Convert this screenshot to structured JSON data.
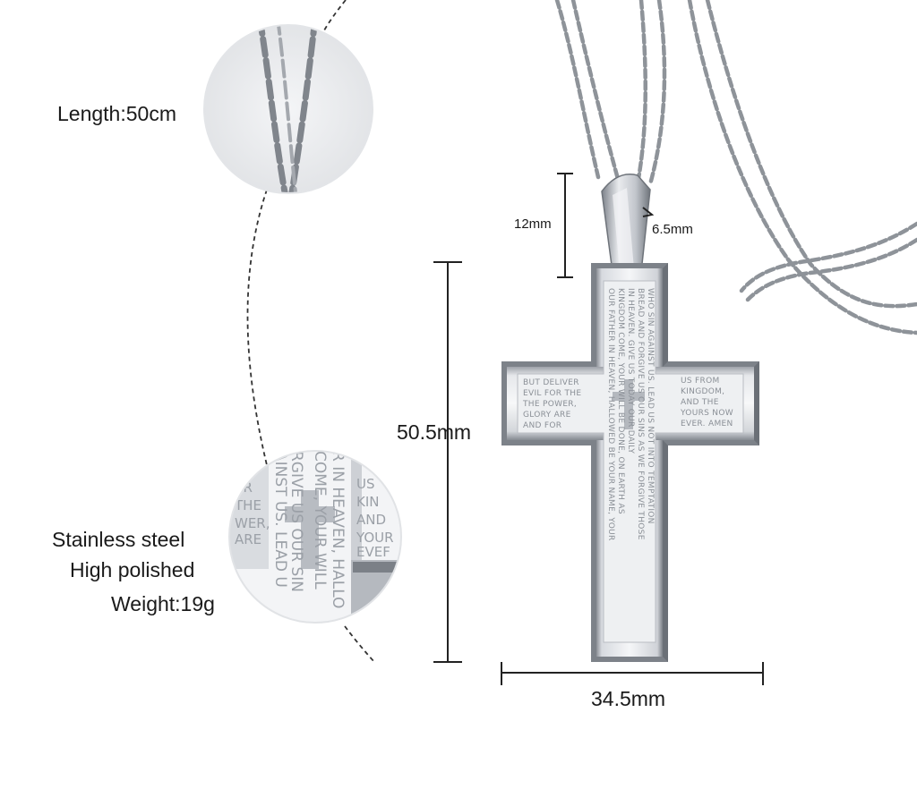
{
  "labels": {
    "length": "Length:50cm",
    "material": "Stainless steel",
    "finish": "High polished",
    "weight": "Weight:19g"
  },
  "dimensions": {
    "bail_height": "12mm",
    "bail_width": "6.5mm",
    "cross_height": "50.5mm",
    "cross_width": "34.5mm"
  },
  "engraving": {
    "vertical_line_1": "OUR FATHER IN HEAVEN, HALLOWED BE YOUR NAME, YOUR",
    "vertical_line_2": "KINGDOM COME, YOUR WILL BE DONE, ON EARTH AS",
    "vertical_line_3": "IN HEAVEN. GIVE US TODAY OUR DAILY",
    "vertical_line_4": "BREAD AND FORGIVE US OUR SINS AS WE FORGIVE THOSE",
    "vertical_line_5": "WHO SIN AGAINST US. LEAD US NOT INTO TEMPTATION",
    "left_arm": [
      "BUT DELIVER",
      "EVIL FOR THE",
      "THE POWER,",
      "GLORY ARE",
      "AND FOR"
    ],
    "right_arm": [
      "US FROM",
      "KINGDOM,",
      "AND THE",
      "YOURS NOW",
      "EVER. AMEN"
    ]
  },
  "zoom_engraving": {
    "col_1": "R IN HEAVEN, HALLO",
    "col_2": "COME, YOUR WILL",
    "col_3": "RGIVE US OUR SIN",
    "col_4": "AINST US. LEAD U",
    "right": [
      "US",
      "KIN",
      "AND",
      "YOUR",
      "EVEF"
    ],
    "left": [
      "ER",
      "THE",
      "WER,",
      "ARE"
    ]
  },
  "colors": {
    "steel_light": "#f2f3f5",
    "steel_mid": "#c9ccd1",
    "steel_dark": "#7c8188",
    "dimension_line": "#222222"
  }
}
